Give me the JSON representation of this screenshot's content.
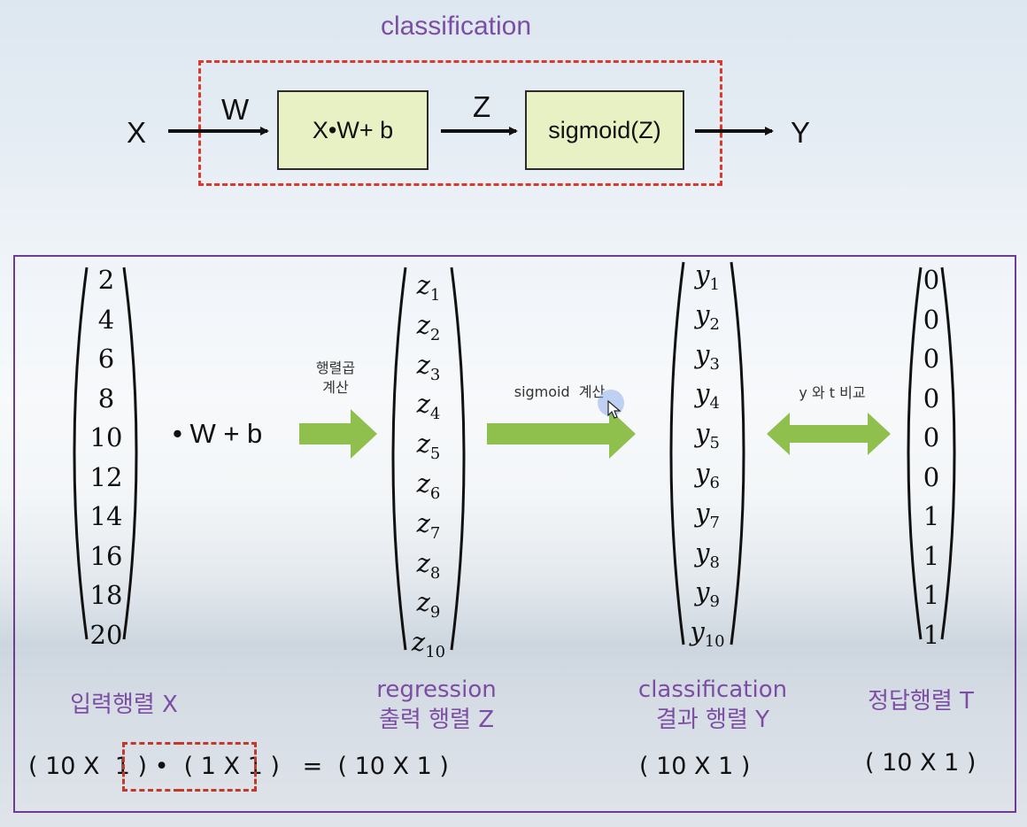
{
  "top_diagram": {
    "title": "classification",
    "input": "X",
    "weight": "W",
    "linear_box": "X•W+ b",
    "z_label": "Z",
    "sigmoid_box": "sigmoid(Z)",
    "output": "Y"
  },
  "matrix_x": [
    "2",
    "4",
    "6",
    "8",
    "10",
    "12",
    "14",
    "16",
    "18",
    "20"
  ],
  "wb_expression": "• W + b",
  "matrix_z": [
    {
      "v": "z",
      "i": "1"
    },
    {
      "v": "z",
      "i": "2"
    },
    {
      "v": "z",
      "i": "3"
    },
    {
      "v": "z",
      "i": "4"
    },
    {
      "v": "z",
      "i": "5"
    },
    {
      "v": "z",
      "i": "6"
    },
    {
      "v": "z",
      "i": "7"
    },
    {
      "v": "z",
      "i": "8"
    },
    {
      "v": "z",
      "i": "9"
    },
    {
      "v": "z",
      "i": "10"
    }
  ],
  "matrix_y": [
    {
      "v": "y",
      "i": "1"
    },
    {
      "v": "y",
      "i": "2"
    },
    {
      "v": "y",
      "i": "3"
    },
    {
      "v": "y",
      "i": "4"
    },
    {
      "v": "y",
      "i": "5"
    },
    {
      "v": "y",
      "i": "6"
    },
    {
      "v": "y",
      "i": "7"
    },
    {
      "v": "y",
      "i": "8"
    },
    {
      "v": "y",
      "i": "9"
    },
    {
      "v": "y",
      "i": "10"
    }
  ],
  "matrix_t": [
    "0",
    "0",
    "0",
    "0",
    "0",
    "0",
    "1",
    "1",
    "1",
    "1"
  ],
  "notes": {
    "matmul_line1": "행렬곱",
    "matmul_line2": "계산",
    "sigmoid_calc": "sigmoid  계산",
    "compare": "y 와 t 비교"
  },
  "labels": {
    "input_matrix": "입력행렬 X",
    "regression_line1": "regression",
    "regression_line2": "출력 행렬 Z",
    "classification_line1": "classification",
    "classification_line2": "결과 행렬 Y",
    "answer_matrix": "정답행렬 T"
  },
  "dimensions": {
    "expression": "( 10 X  1 ) •  ( 1 X 1 )   =  ( 10 X 1 )",
    "classification": "( 10 X 1 )",
    "answer": "( 10 X 1 )"
  },
  "colors": {
    "purple": "#7c4ea3",
    "dashed_red": "#d93a2b",
    "box_fill": "#e8f1c3",
    "arrow_green": "#8fc04e"
  }
}
